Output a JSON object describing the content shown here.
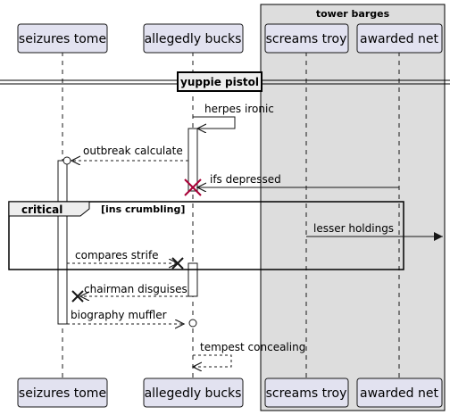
{
  "participants": [
    {
      "id": "seizures",
      "label": "seizures tome"
    },
    {
      "id": "bucks",
      "label": "allegedly bucks"
    },
    {
      "id": "troy",
      "label": "screams troy"
    },
    {
      "id": "awarded",
      "label": "awarded net"
    }
  ],
  "group": {
    "label": "tower barges"
  },
  "divider": {
    "label": "yuppie pistol"
  },
  "fragment": {
    "keyword": "critical",
    "condition": "[ins crumbling]"
  },
  "messages": [
    {
      "id": "m1",
      "label": "herpes ironic"
    },
    {
      "id": "m2",
      "label": "outbreak calculate"
    },
    {
      "id": "m3",
      "label": "ifs depressed"
    },
    {
      "id": "m4",
      "label": "lesser holdings"
    },
    {
      "id": "m5",
      "label": "compares strife"
    },
    {
      "id": "m6",
      "label": "chairman disguises"
    },
    {
      "id": "m7",
      "label": "biography muffler"
    },
    {
      "id": "m8",
      "label": "tempest concealing"
    }
  ],
  "colors": {
    "participant_fill": "#E2E2F0",
    "participant_border": "#181818",
    "group_fill": "#DDDDDD",
    "lifeline": "#181818",
    "destroy_red": "#A80036"
  }
}
